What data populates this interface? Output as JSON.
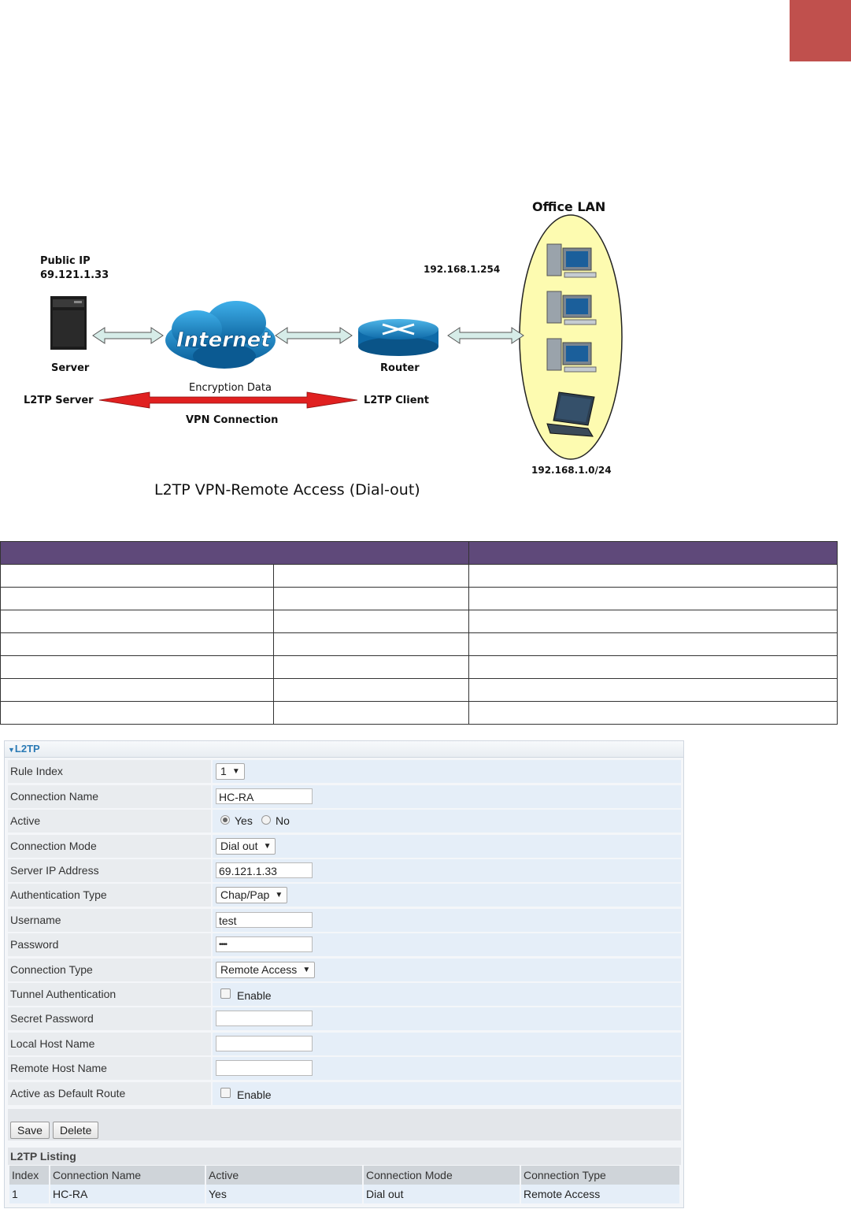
{
  "diagram": {
    "title": "L2TP VPN-Remote Access (Dial-out)",
    "public_ip_label": "Public IP",
    "public_ip": "69.121.1.33",
    "server_label": "Server",
    "internet_label": "Internet",
    "router_label": "Router",
    "router_ip": "192.168.1.254",
    "office_lan_label": "Office LAN",
    "subnet": "192.168.1.0/24",
    "l2tp_server_label": "L2TP Server",
    "l2tp_client_label": "L2TP Client",
    "encryption_label": "Encryption Data",
    "vpn_label": "VPN Connection",
    "colors": {
      "lan_fill": "#fdfbb0",
      "vpn_arrow": "#e02020",
      "link_arrow": "#d6ece8",
      "cloud": "#1c8ccc"
    }
  },
  "doc_table": {
    "header_color": "#5f497a",
    "rows": 7
  },
  "l2tp": {
    "section_title": "L2TP",
    "fields": {
      "rule_index": {
        "label": "Rule Index",
        "value": "1"
      },
      "connection_name": {
        "label": "Connection Name",
        "value": "HC-RA"
      },
      "active": {
        "label": "Active",
        "yes": "Yes",
        "no": "No",
        "selected": "Yes"
      },
      "connection_mode": {
        "label": "Connection Mode",
        "value": "Dial out"
      },
      "server_ip": {
        "label": "Server IP Address",
        "value": "69.121.1.33"
      },
      "auth_type": {
        "label": "Authentication Type",
        "value": "Chap/Pap"
      },
      "username": {
        "label": "Username",
        "value": "test"
      },
      "password": {
        "label": "Password",
        "value": "••••"
      },
      "connection_type": {
        "label": "Connection Type",
        "value": "Remote Access"
      },
      "tunnel_auth": {
        "label": "Tunnel Authentication",
        "checkbox_label": "Enable"
      },
      "secret_password": {
        "label": "Secret Password",
        "value": ""
      },
      "local_host": {
        "label": "Local Host Name",
        "value": ""
      },
      "remote_host": {
        "label": "Remote Host Name",
        "value": ""
      },
      "default_route": {
        "label": "Active as Default Route",
        "checkbox_label": "Enable"
      }
    },
    "buttons": {
      "save": "Save",
      "delete": "Delete"
    },
    "listing": {
      "title": "L2TP Listing",
      "columns": [
        "Index",
        "Connection Name",
        "Active",
        "Connection Mode",
        "Connection Type"
      ],
      "rows": [
        [
          "1",
          "HC-RA",
          "Yes",
          "Dial out",
          "Remote Access"
        ]
      ]
    }
  }
}
